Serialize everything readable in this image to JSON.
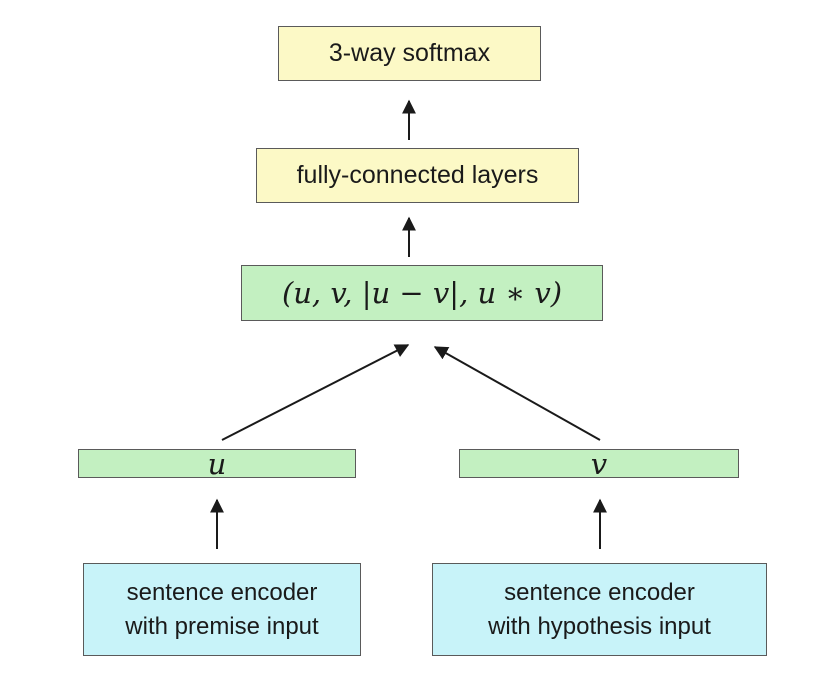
{
  "diagram": {
    "softmax_label": "3-way softmax",
    "fc_label": "fully-connected layers",
    "concat_label": "(u, v, |u − v|, u ∗ v)",
    "u_label": "u",
    "v_label": "v",
    "premise_encoder": {
      "line1": "sentence encoder",
      "line2": "with premise input"
    },
    "hypothesis_encoder": {
      "line1": "sentence encoder",
      "line2": "with hypothesis input"
    }
  },
  "colors": {
    "yellow_box": "#fcf9c6",
    "green_box": "#c3f0c1",
    "cyan_box": "#c8f3f9",
    "border": "#5a5a5a",
    "arrow": "#1a1a1a"
  }
}
